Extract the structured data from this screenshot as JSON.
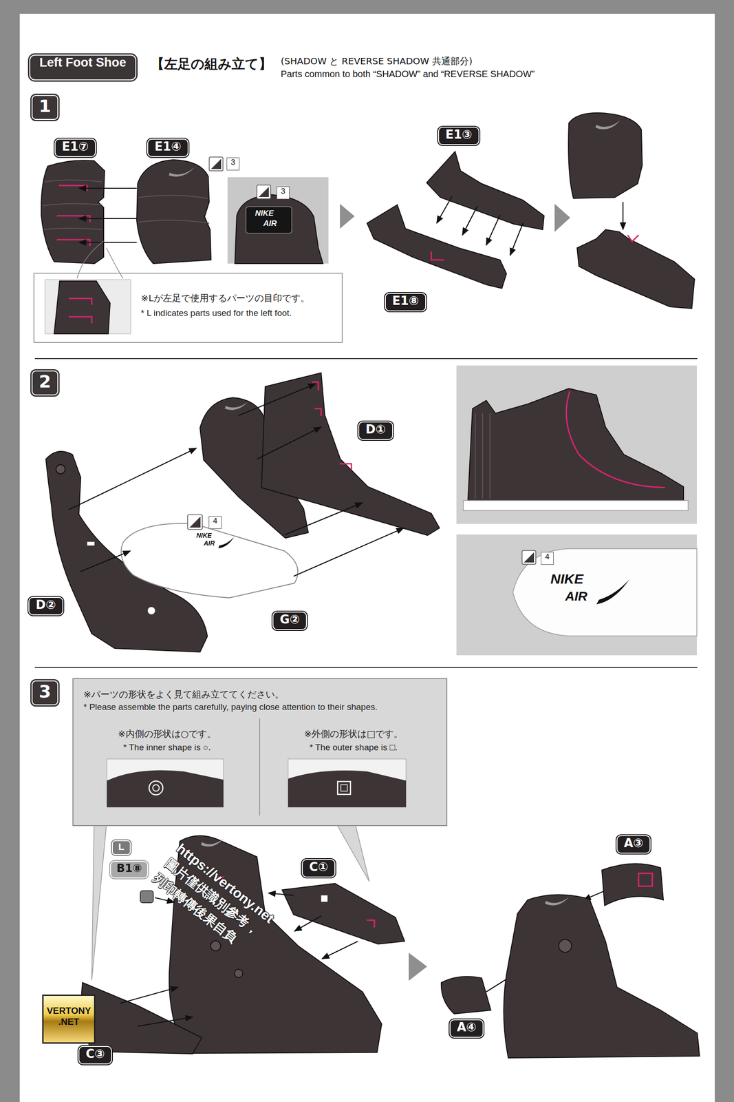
{
  "diagram": {
    "title": "【左足の組み立て】",
    "nodes": [
      {
        "text": [
          "Left Foot Shoe"
        ]
      },
      {
        "text": [
          "1"
        ]
      },
      {
        "text": [
          "E1⑦"
        ]
      },
      {
        "text": [
          "E1④"
        ]
      },
      {
        "text": [
          "3"
        ]
      },
      {
        "text": [
          "3"
        ]
      },
      {
        "text": [
          "E1③"
        ]
      },
      {
        "text": [
          "※Lが左足で使用するパーツの目印です。",
          "* L indicates parts used for the left foot."
        ]
      },
      {
        "text": [
          "E1⑧"
        ]
      },
      {
        "text": [
          "2"
        ]
      },
      {
        "text": [
          "D①"
        ]
      },
      {
        "text": [
          "4"
        ]
      },
      {
        "text": [
          "D②"
        ]
      },
      {
        "text": [
          "G②"
        ]
      },
      {
        "text": [
          "4"
        ]
      },
      {
        "text": [
          "3"
        ]
      },
      {
        "text": [
          "※パーツの形状をよく見て組み立ててください。",
          "* Please assemble the parts carefully, paying close attention to their shapes.",
          "※内側の形状は○です。",
          "* The inner shape is ○.",
          "※外側の形状は□です。",
          "* The outer shape is □."
        ]
      },
      {
        "text": [
          "L"
        ]
      },
      {
        "text": [
          "B1⑧"
        ]
      },
      {
        "text": [
          "C①"
        ]
      },
      {
        "text": [
          "A③"
        ]
      },
      {
        "text": [
          "A④"
        ]
      },
      {
        "text": [
          "VERTONY .NET"
        ]
      },
      {
        "text": [
          "C③"
        ]
      }
    ],
    "labels": [
      "(SHADOW と REVERSE SHADOW 共通部分)",
      "Parts common to both “SHADOW” and “REVERSE SHADOW”",
      "NIKE",
      "AIR",
      "NIKE",
      "AIR",
      "NIKE",
      "AIR",
      "https://vertony.net",
      "圖片僅供識別參考，",
      "列印轉傳後果自負"
    ]
  }
}
